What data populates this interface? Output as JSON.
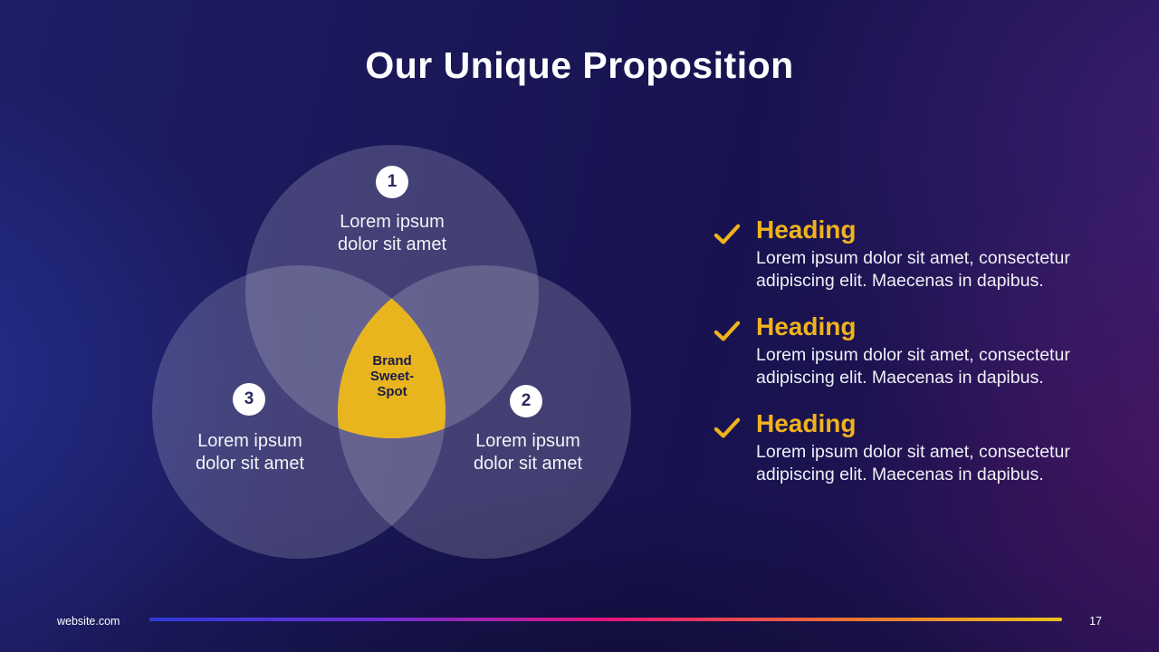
{
  "slide": {
    "title": "Our Unique Proposition",
    "website": "website.com",
    "page_number": "17"
  },
  "venn": {
    "center_label": "Brand\nSweet-\nSpot",
    "circles": [
      {
        "number": "1",
        "label": "Lorem ipsum\ndolor sit amet"
      },
      {
        "number": "2",
        "label": "Lorem ipsum\ndolor sit amet"
      },
      {
        "number": "3",
        "label": "Lorem ipsum\ndolor sit amet"
      }
    ]
  },
  "features": {
    "items": [
      {
        "icon": "check-icon",
        "heading": "Heading",
        "body": "Lorem ipsum dolor sit amet, consectetur\nadipiscing elit. Maecenas in dapibus."
      },
      {
        "icon": "check-icon",
        "heading": "Heading",
        "body": "Lorem ipsum dolor sit amet, consectetur\nadipiscing elit. Maecenas in dapibus."
      },
      {
        "icon": "check-icon",
        "heading": "Heading",
        "body": "Lorem ipsum dolor sit amet, consectetur\nadipiscing elit. Maecenas in dapibus."
      }
    ]
  },
  "colors": {
    "accent_yellow": "#F0B31C",
    "sweet_spot_fill": "#E9B51F",
    "circle_fill": "#ffffff",
    "line_gradient": [
      "#2E3AD8",
      "#6C2FD8",
      "#E6137E",
      "#EF6C35",
      "#E9C11C"
    ]
  }
}
